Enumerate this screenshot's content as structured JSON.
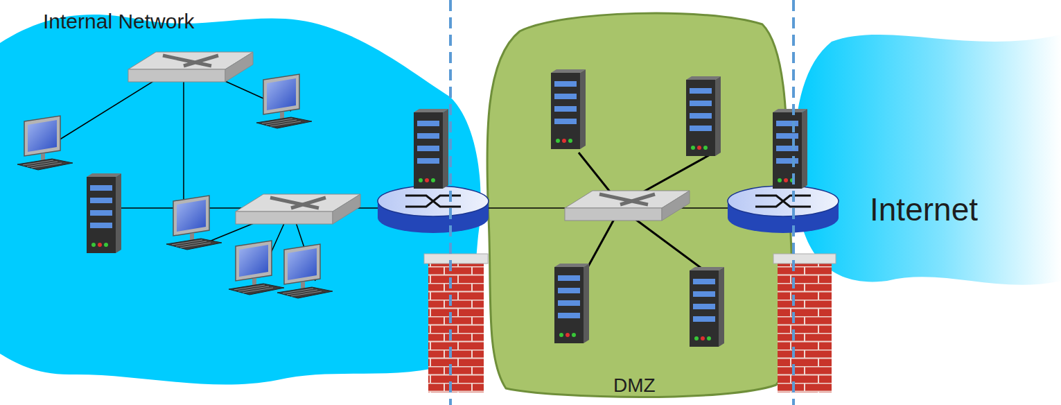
{
  "diagram": {
    "nodes": [
      {
        "text": [
          "Internal Network"
        ]
      },
      {
        "text": [
          "DMZ"
        ]
      },
      {
        "text": [
          "Internet"
        ]
      }
    ]
  }
}
